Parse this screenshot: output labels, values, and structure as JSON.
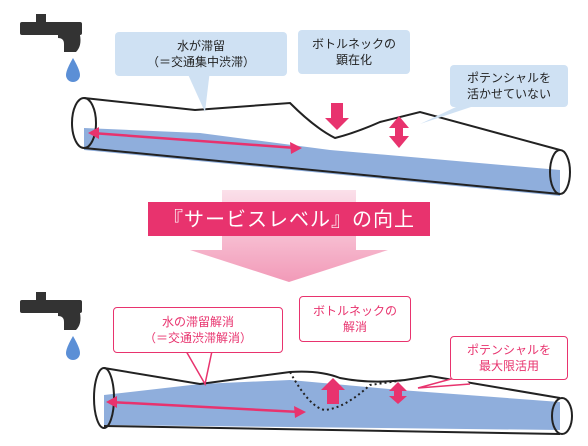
{
  "top": {
    "callout_water_stagnant": {
      "line1": "水が滞留",
      "line2": "（＝交通集中渋滞）"
    },
    "callout_bottleneck": {
      "line1": "ボトルネックの",
      "line2": "顕在化"
    },
    "callout_potential": {
      "line1": "ポテンシャルを",
      "line2": "活かせていない"
    }
  },
  "banner": {
    "text": "『サービスレベル』の向上"
  },
  "bottom": {
    "callout_water_resolved": {
      "line1": "水の滞留解消",
      "line2": "（＝交通渋滞解消）"
    },
    "callout_bottleneck_resolved": {
      "line1": "ボトルネックの",
      "line2": "解消"
    },
    "callout_potential_max": {
      "line1": "ポテンシャルを",
      "line2": "最大限活用"
    }
  },
  "colors": {
    "accent": "#e8336e",
    "water": "#8faedc",
    "callout_blue": "#cfe1f3",
    "faucet": "#333333",
    "drop": "#5b8fd6"
  }
}
